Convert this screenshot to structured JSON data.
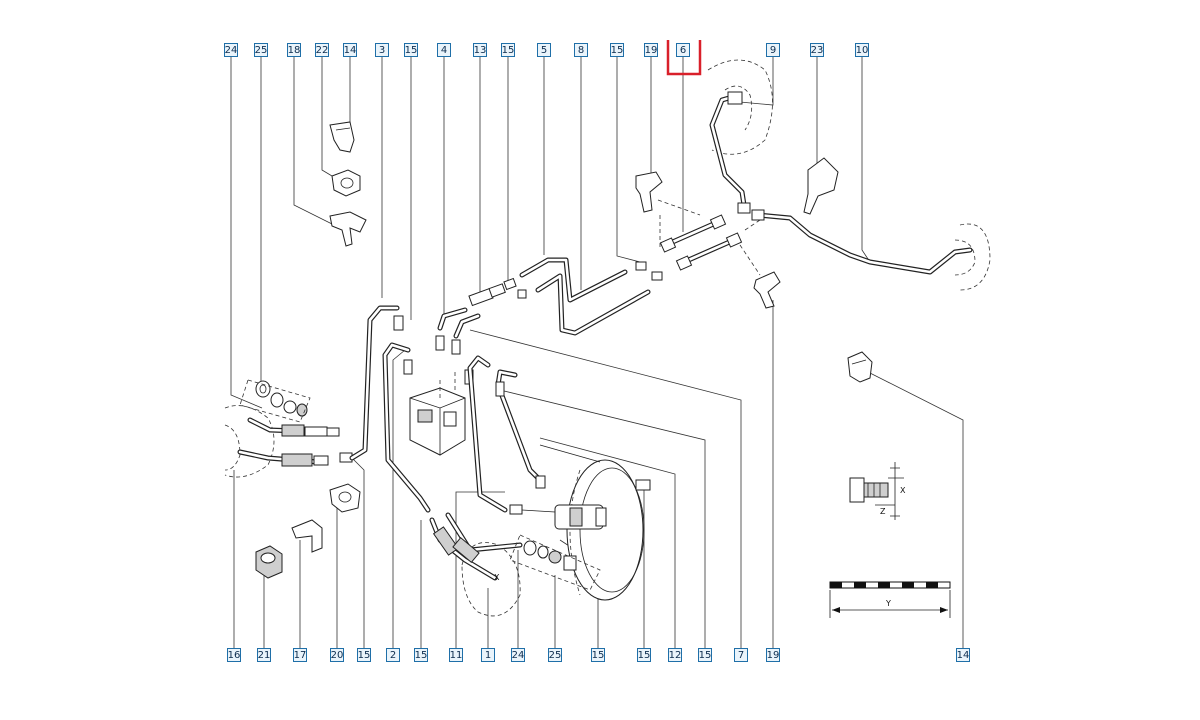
{
  "top_callouts": [
    "24",
    "25",
    "18",
    "22",
    "14",
    "3",
    "15",
    "4",
    "13",
    "15",
    "5",
    "8",
    "15",
    "19",
    "6",
    "9",
    "23",
    "10"
  ],
  "bottom_callouts": [
    "16",
    "21",
    "17",
    "20",
    "15",
    "2",
    "15",
    "11",
    "1",
    "24",
    "25",
    "15",
    "15",
    "12",
    "15",
    "7",
    "19",
    "14"
  ],
  "highlighted_callout": "6",
  "highlight_color": "#d9202a",
  "detail_labels": {
    "x": "X",
    "z": "Z",
    "y": "Y",
    "x_small": "X"
  }
}
